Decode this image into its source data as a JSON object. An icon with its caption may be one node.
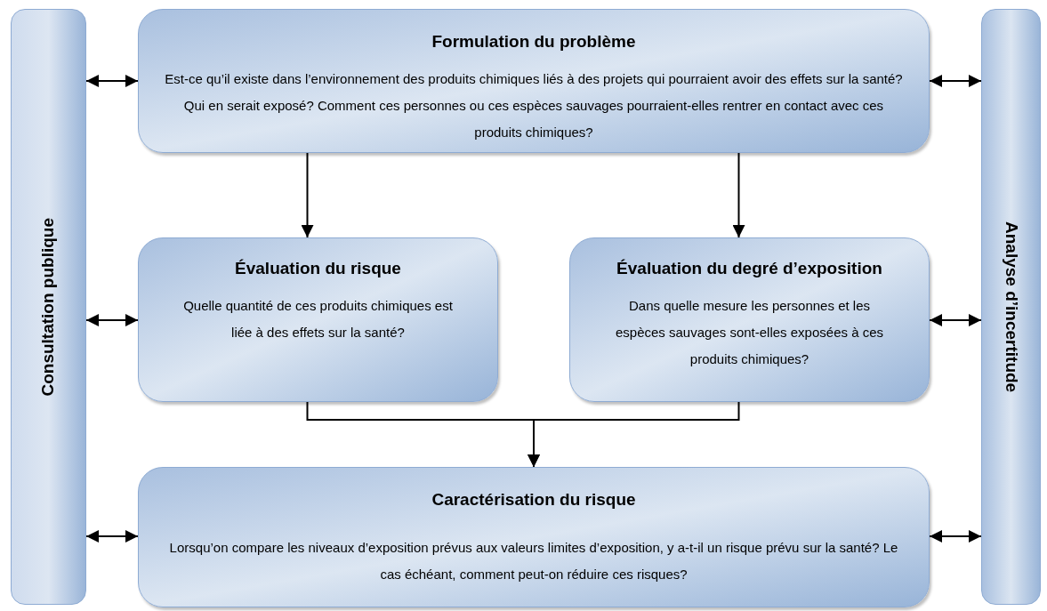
{
  "diagram": {
    "nodes": [
      {
        "text": [
          "Consultation publique"
        ]
      },
      {
        "text": [
          "Formulation du problème",
          "Est-ce qu’il existe dans l’environnement des produits chimiques liés à des projets qui pourraient avoir des effets sur la santé? Qui en serait exposé? Comment ces personnes ou ces espèces sauvages pourraient-elles rentrer en contact avec ces produits chimiques?"
        ]
      },
      {
        "text": [
          "Évaluation du risque",
          "Quelle quantité de ces produits chimiques est liée à des effets sur la santé?"
        ]
      },
      {
        "text": [
          "Évaluation du degré d’exposition",
          "Dans quelle mesure les personnes et les espèces sauvages sont-elles exposées à ces produits chimiques?"
        ]
      },
      {
        "text": [
          "Caractérisation du risque",
          "Lorsqu’on compare les niveaux d’exposition prévus aux valeurs limites d’exposition, y a-t-il un risque prévu sur la santé? Le cas échéant, comment peut-on réduire ces risques?"
        ]
      },
      {
        "text": [
          "Analyse d’incertitude"
        ]
      }
    ],
    "edges": [
      {
        "from": 1,
        "to": 2,
        "arrow": "to"
      },
      {
        "from": 1,
        "to": 3,
        "arrow": "to"
      },
      {
        "from": 2,
        "to": 4,
        "arrow": "to"
      },
      {
        "from": 3,
        "to": 4,
        "arrow": "to"
      },
      {
        "from": 0,
        "to": 1,
        "arrow": "both"
      },
      {
        "from": 0,
        "to": 2,
        "arrow": "both"
      },
      {
        "from": 0,
        "to": 4,
        "arrow": "both"
      },
      {
        "from": 1,
        "to": 5,
        "arrow": "both"
      },
      {
        "from": 3,
        "to": 5,
        "arrow": "both"
      },
      {
        "from": 4,
        "to": 5,
        "arrow": "both"
      }
    ]
  }
}
